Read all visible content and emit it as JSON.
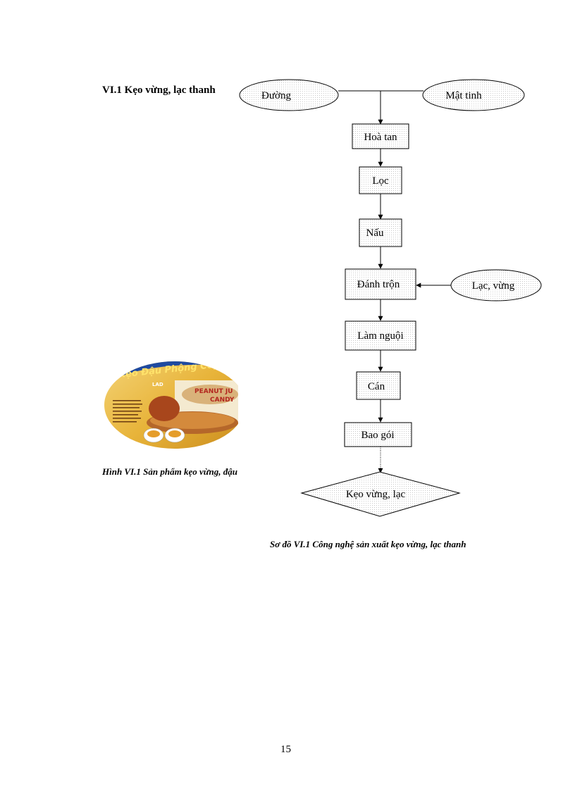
{
  "heading": "VI.1 Kẹo vừng, lạc thanh",
  "figure_caption": "Hình VI.1 Sản phẩm kẹo vừng, đậu",
  "diagram_caption": "Sơ đồ VI.1  Công nghệ sản xuất kẹo vừng, lạc thanh",
  "page_number": "15",
  "product_image": {
    "brand_text": "Kẹo Đậu Phộng Cốp",
    "logo_text": "LAD",
    "label_text_1": "PEANUT JU",
    "label_text_2": "CANDY"
  },
  "flowchart": {
    "inputs": {
      "sugar": "Đường",
      "molasses": "Mật tinh",
      "nuts": "Lạc, vừng"
    },
    "steps": {
      "dissolve": "Hoà tan",
      "filter": "Lọc",
      "cook": "Nấu",
      "mix": "Đánh trộn",
      "cool": "Làm nguội",
      "roll": "Cán",
      "pack": "Bao gói"
    },
    "output": "Kẹo vừng, lạc"
  }
}
